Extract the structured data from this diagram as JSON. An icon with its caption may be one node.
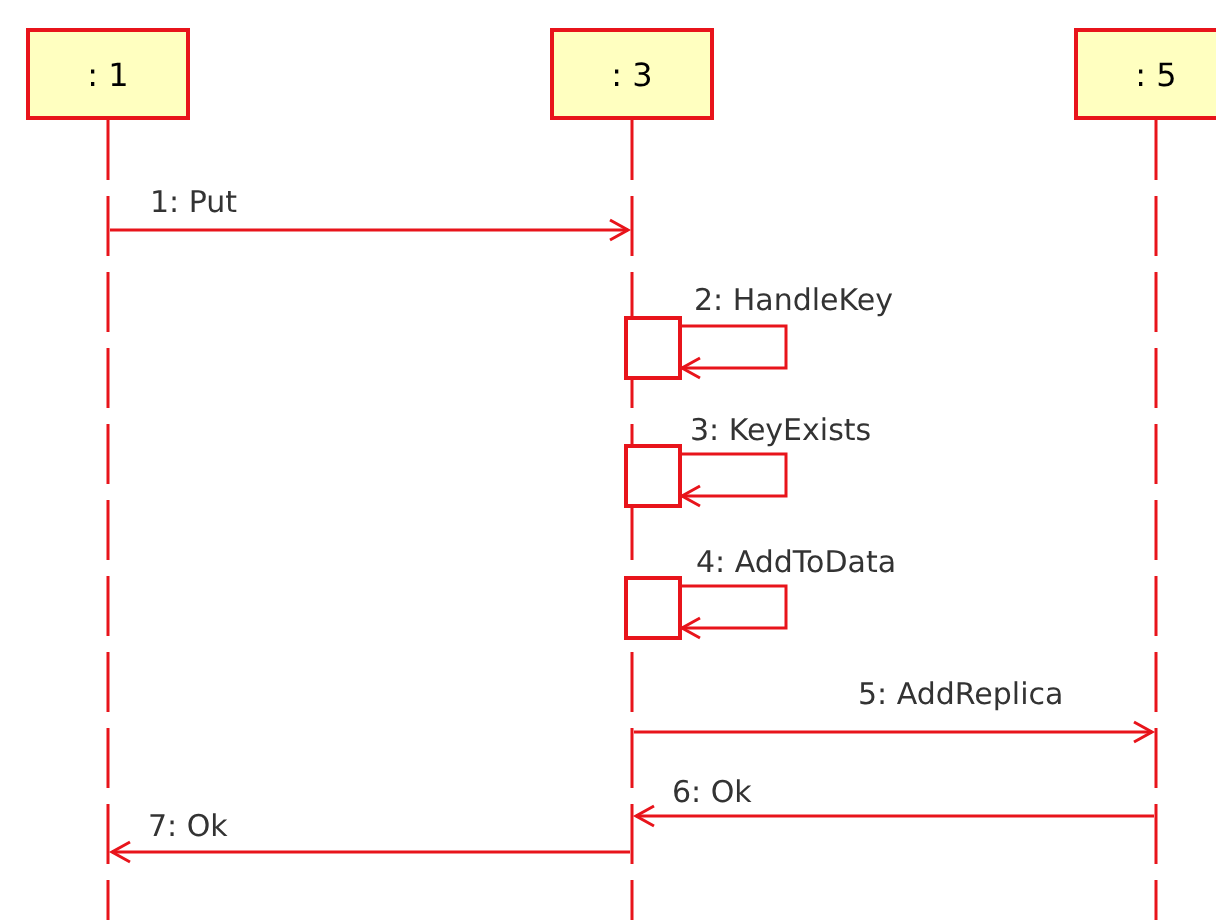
{
  "diagram": {
    "nodes": [
      {
        "text": [
          ": 1"
        ]
      },
      {
        "text": [
          ": 3"
        ]
      },
      {
        "text": [
          ": 5"
        ]
      },
      {
        "text": [],
        "shape": "box",
        "in": 1
      },
      {
        "text": [],
        "shape": "box",
        "in": 1
      },
      {
        "text": [],
        "shape": "box",
        "in": 1
      }
    ],
    "edges": [
      {
        "from": 0,
        "to": 1,
        "arrow": "to",
        "label": "1: Put"
      },
      {
        "from": 3,
        "to": 3,
        "arrow": "to",
        "label": "2: HandleKey"
      },
      {
        "from": 4,
        "to": 4,
        "arrow": "to",
        "label": "3: KeyExists"
      },
      {
        "from": 5,
        "to": 5,
        "arrow": "to",
        "label": "4: AddToData"
      },
      {
        "from": 1,
        "to": 2,
        "arrow": "to",
        "label": "5: AddReplica"
      },
      {
        "from": 2,
        "to": 1,
        "arrow": "to",
        "label": "6: Ok"
      },
      {
        "from": 1,
        "to": 0,
        "arrow": "to",
        "label": "7: Ok"
      }
    ]
  }
}
